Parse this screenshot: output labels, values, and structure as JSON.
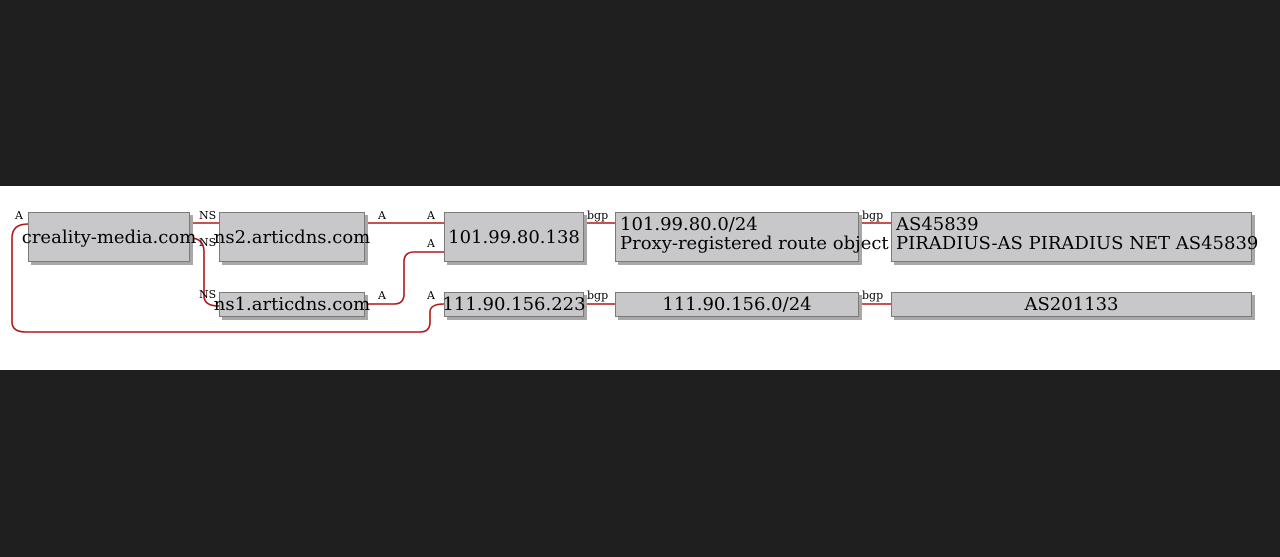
{
  "nodes": {
    "domain": "creality-media.com",
    "ns2": "ns2.articdns.com",
    "ns1": "ns1.articdns.com",
    "ip1": "101.99.80.138",
    "ip2": "111.90.156.223",
    "prefix1": {
      "line1": "101.99.80.0/24",
      "line2": "Proxy-registered route object"
    },
    "prefix2": "111.90.156.0/24",
    "as1": {
      "line1": "AS45839",
      "line2": "PIRADIUS-AS PIRADIUS NET AS45839"
    },
    "as2": "AS201133"
  },
  "edge_labels": {
    "a_domain": "A",
    "ns_to_ns2": "NS",
    "ns_to_ns1_a": "NS",
    "ns_to_ns1_b": "NS",
    "a_ns2_out": "A",
    "a_ip1_in_top": "A",
    "a_ip1_in_ns1": "A",
    "a_ns1_out": "A",
    "a_ip2_in": "A",
    "bgp_ip1": "bgp",
    "bgp_prefix1": "bgp",
    "bgp_ip2": "bgp",
    "bgp_prefix2": "bgp"
  },
  "colors": {
    "edge": "#b01818",
    "node_fill": "#c8c7c9",
    "node_border": "#7a7a7a"
  }
}
